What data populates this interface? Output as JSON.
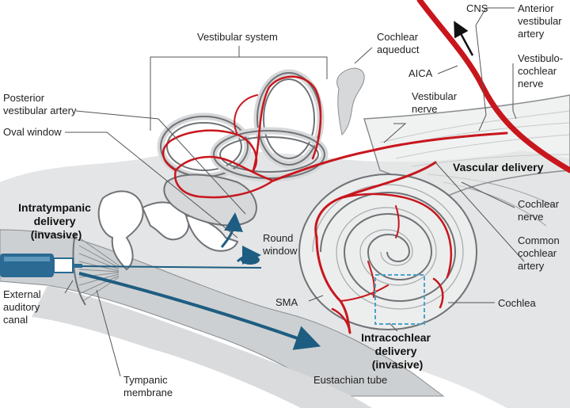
{
  "labels": {
    "cns": "CNS",
    "anterior_vestibular_artery": [
      "Anterior",
      "vestibular",
      "artery"
    ],
    "vestibular_system": "Vestibular system",
    "cochlear_aqueduct": [
      "Cochlear",
      "aqueduct"
    ],
    "aica": "AICA",
    "vestibulo_cochlear_nerve": [
      "Vestibulo-",
      "cochlear",
      "nerve"
    ],
    "posterior_vestibular_artery": [
      "Posterior",
      "vestibular artery"
    ],
    "vestibular_nerve": [
      "Vestibular",
      "nerve"
    ],
    "oval_window": "Oval window",
    "vascular_delivery": "Vascular delivery",
    "intratympanic_delivery": [
      "Intratympanic",
      "delivery",
      "(invasive)"
    ],
    "cochlear_nerve": [
      "Cochlear",
      "nerve"
    ],
    "round_window": [
      "Round",
      "window"
    ],
    "common_cochlear_artery": [
      "Common",
      "cochlear",
      "artery"
    ],
    "external_auditory_canal": [
      "External",
      "auditory",
      "canal"
    ],
    "sma": "SMA",
    "cochlea": "Cochlea",
    "intracochlear_delivery": [
      "Intracochlear",
      "delivery",
      "(invasive)"
    ],
    "tympanic_membrane": [
      "Tympanic",
      "membrane"
    ],
    "eustachian_tube": "Eustachian tube"
  },
  "colors": {
    "artery": "#c8161d",
    "arrow_blue": "#1e5d82",
    "bone_gray": "#d6d8da",
    "outline": "#6f7376",
    "leader": "#555555",
    "syringe_blue": "#2a6a93",
    "target_box": "#4aa3c8"
  }
}
